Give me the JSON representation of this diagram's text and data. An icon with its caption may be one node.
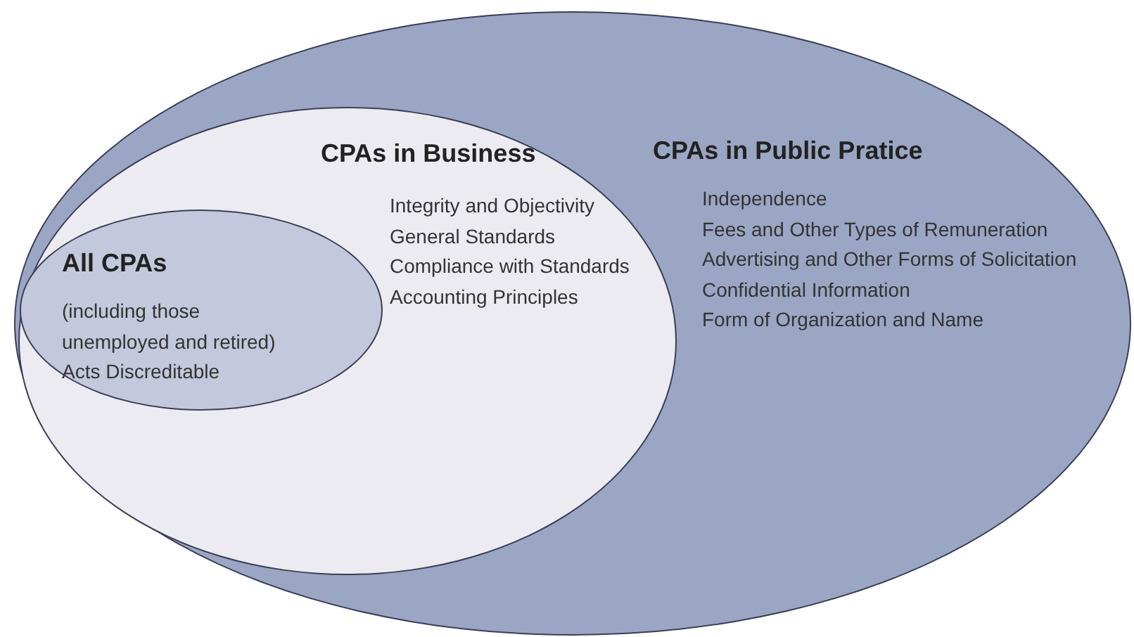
{
  "diagram": {
    "nodes": [
      {
        "text": [
          "CPAs in Public Pratice",
          "Independence",
          "Fees and Other Types of Remuneration",
          "Advertising and Other Forms of Solicitation",
          "Confidential Information",
          "Form of Organization and Name"
        ]
      },
      {
        "text": [
          "CPAs in Business",
          "Integrity and Objectivity",
          "General Standards",
          "Compliance with Standards",
          "Accounting Principles"
        ],
        "in": 0
      },
      {
        "text": [
          "All CPAs",
          "(including those unemployed and retired)",
          "Acts Discreditable"
        ],
        "in": 1
      }
    ]
  }
}
